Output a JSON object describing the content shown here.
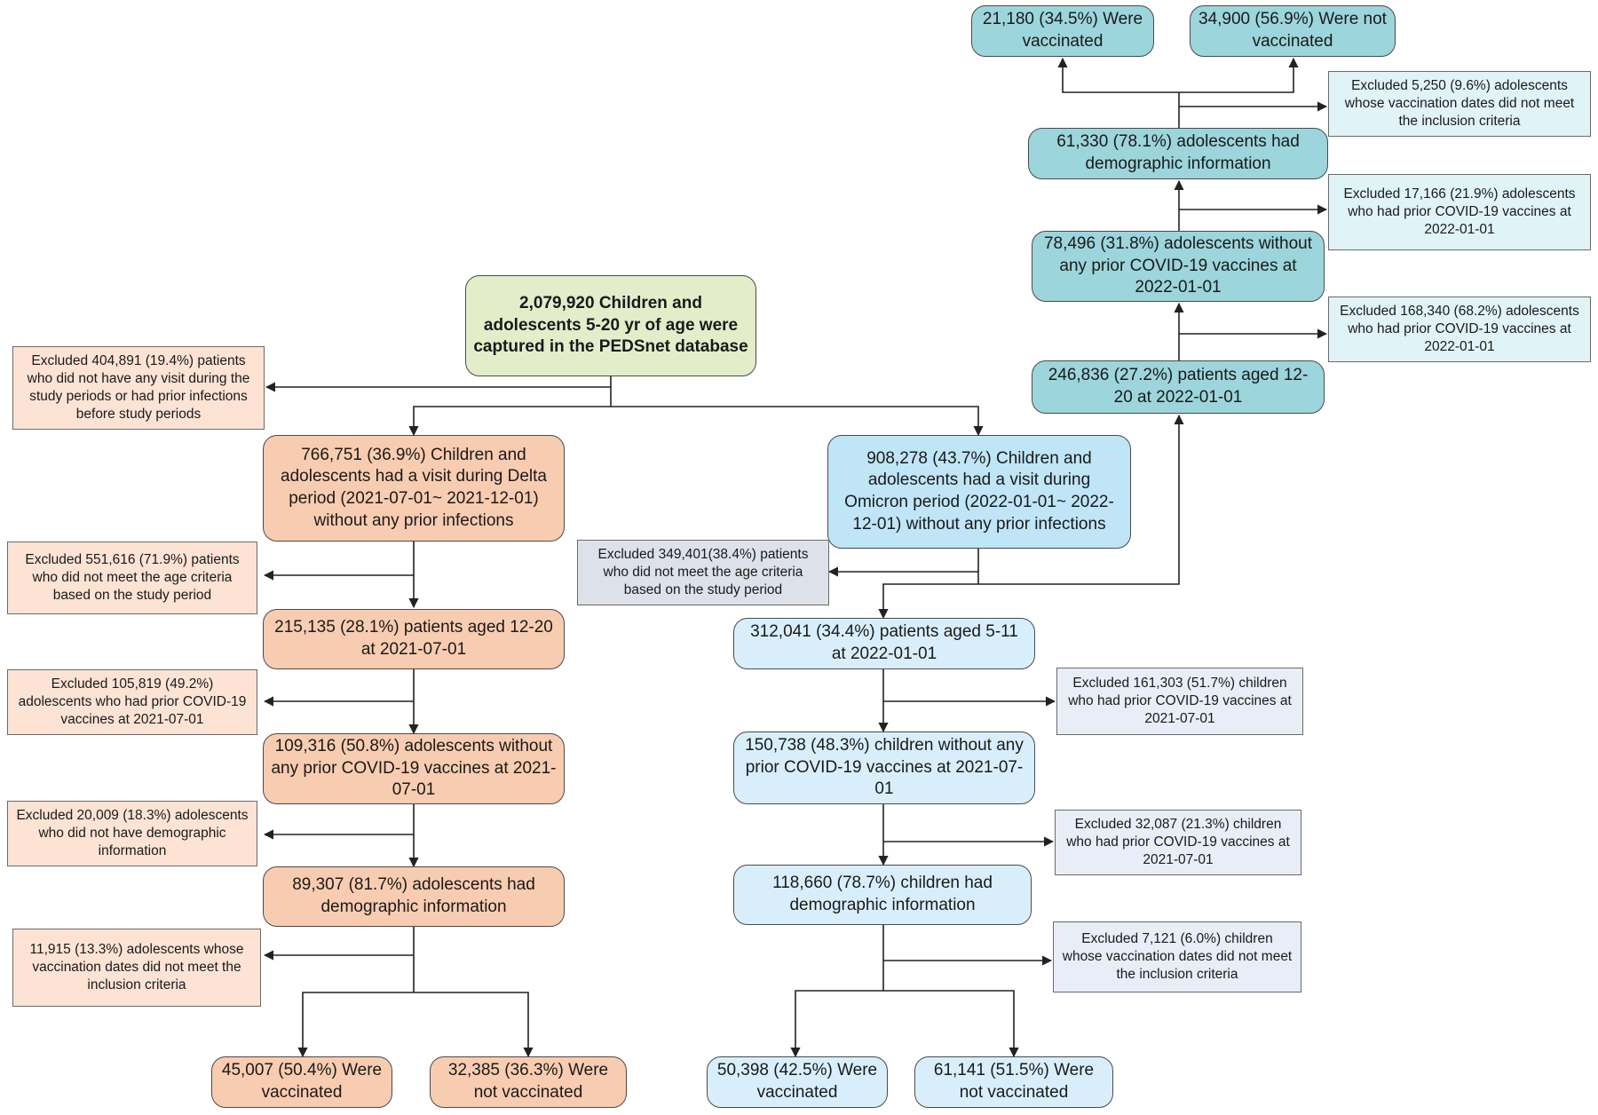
{
  "colors": {
    "root": "#e3edca",
    "delta": "#f8ccb0",
    "delta_excluded": "#fce3d4",
    "omicron": "#bfe5f7",
    "omicron_light": "#d8effb",
    "omicron_excluded": "#e8edf8",
    "adolescent": "#9cd5dc",
    "adolescent_excluded": "#e0f3f7",
    "line": "#222222"
  },
  "root": "2,079,920 Children and adolescents 5-20 yr of age were captured in the PEDSnet database",
  "root_excluded": "Excluded 404,891 (19.4%) patients who did not have any visit during the study periods or had prior infections before study periods",
  "delta": {
    "period": "766,751 (36.9%) Children and adolescents had a visit during Delta period (2021-07-01~ 2021-12-01) without any prior infections",
    "ex_age": "Excluded 551,616 (71.9%) patients who did not meet the age criteria based on the study period",
    "aged": "215,135 (28.1%) patients aged 12-20 at 2021-07-01",
    "ex_prior": "Excluded 105,819 (49.2%) adolescents who had prior COVID-19 vaccines at 2021-07-01",
    "without": "109,316 (50.8%) adolescents without any prior COVID-19 vaccines at 2021-07-01",
    "ex_demo": "Excluded 20,009 (18.3%) adolescents who did not have demographic information",
    "demo": "89,307 (81.7%) adolescents had demographic information",
    "ex_dates": "11,915 (13.3%) adolescents whose vaccination dates did not meet the inclusion criteria",
    "vaccinated": "45,007 (50.4%) Were vaccinated",
    "not_vaccinated": "32,385 (36.3%) Were not vaccinated"
  },
  "omicron": {
    "period": "908,278 (43.7%) Children and adolescents had a visit during Omicron period (2022-01-01~ 2022-12-01) without any prior infections",
    "ex_age": "Excluded 349,401(38.4%) patients who did not meet the age criteria based on the study period",
    "aged": "312,041 (34.4%) patients aged 5-11 at 2022-01-01",
    "ex_prior": "Excluded 161,303 (51.7%) children who had prior COVID-19 vaccines at 2021-07-01",
    "without": "150,738 (48.3%) children without any prior COVID-19 vaccines at 2021-07-01",
    "ex_prior2": "Excluded 32,087 (21.3%) children who had prior COVID-19 vaccines at 2021-07-01",
    "demo": "118,660 (78.7%) children had demographic information",
    "ex_dates": "Excluded 7,121 (6.0%) children whose vaccination dates did not meet the inclusion criteria",
    "vaccinated": "50,398 (42.5%) Were vaccinated",
    "not_vaccinated": "61,141 (51.5%) Were not vaccinated"
  },
  "adolescents": {
    "aged": "246,836 (27.2%) patients aged 12-20 at 2022-01-01",
    "ex_prior": "Excluded 168,340 (68.2%) adolescents who had prior COVID-19 vaccines at 2022-01-01",
    "without": "78,496 (31.8%) adolescents without any prior COVID-19 vaccines at 2022-01-01",
    "ex_prior2": "Excluded 17,166 (21.9%) adolescents who had prior COVID-19 vaccines at 2022-01-01",
    "demo": "61,330 (78.1%) adolescents had demographic information",
    "ex_dates": "Excluded 5,250 (9.6%) adolescents whose vaccination dates did not meet the inclusion criteria",
    "vaccinated": "21,180 (34.5%) Were vaccinated",
    "not_vaccinated": "34,900 (56.9%) Were not vaccinated"
  }
}
